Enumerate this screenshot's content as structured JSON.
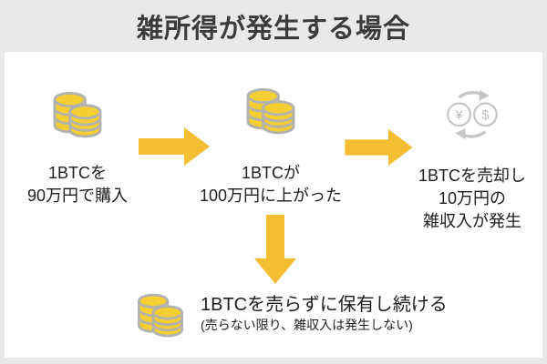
{
  "title": "雑所得が発生する場合",
  "steps": [
    {
      "name": "buy",
      "icon": "coin-stack-icon",
      "lines": [
        "1BTCを",
        "90万円で購入"
      ]
    },
    {
      "name": "rise",
      "icon": "coin-stack-icon",
      "lines": [
        "1BTCが",
        "100万円に上がった"
      ]
    },
    {
      "name": "sell",
      "icon": "currency-exchange-icon",
      "lines": [
        "1BTCを売却し",
        "10万円の",
        "雑収入が発生"
      ]
    }
  ],
  "hold": {
    "icon": "coin-stack-icon",
    "line1": "1BTCを売らずに保有し続ける",
    "line2": "(売らない限り、雑収入は発生しない)"
  },
  "exchange": {
    "left_symbol": "¥",
    "right_symbol": "$"
  },
  "colors": {
    "background": "#e9e9e9",
    "panel": "#ffffff",
    "arrow": "#f5be32",
    "coin_fill": "#f5ce32",
    "coin_stroke": "#b3b3ad",
    "exchange_gray": "#c6c6c6",
    "title_text": "#3b3b3b",
    "body_text": "#1e1e1e"
  }
}
